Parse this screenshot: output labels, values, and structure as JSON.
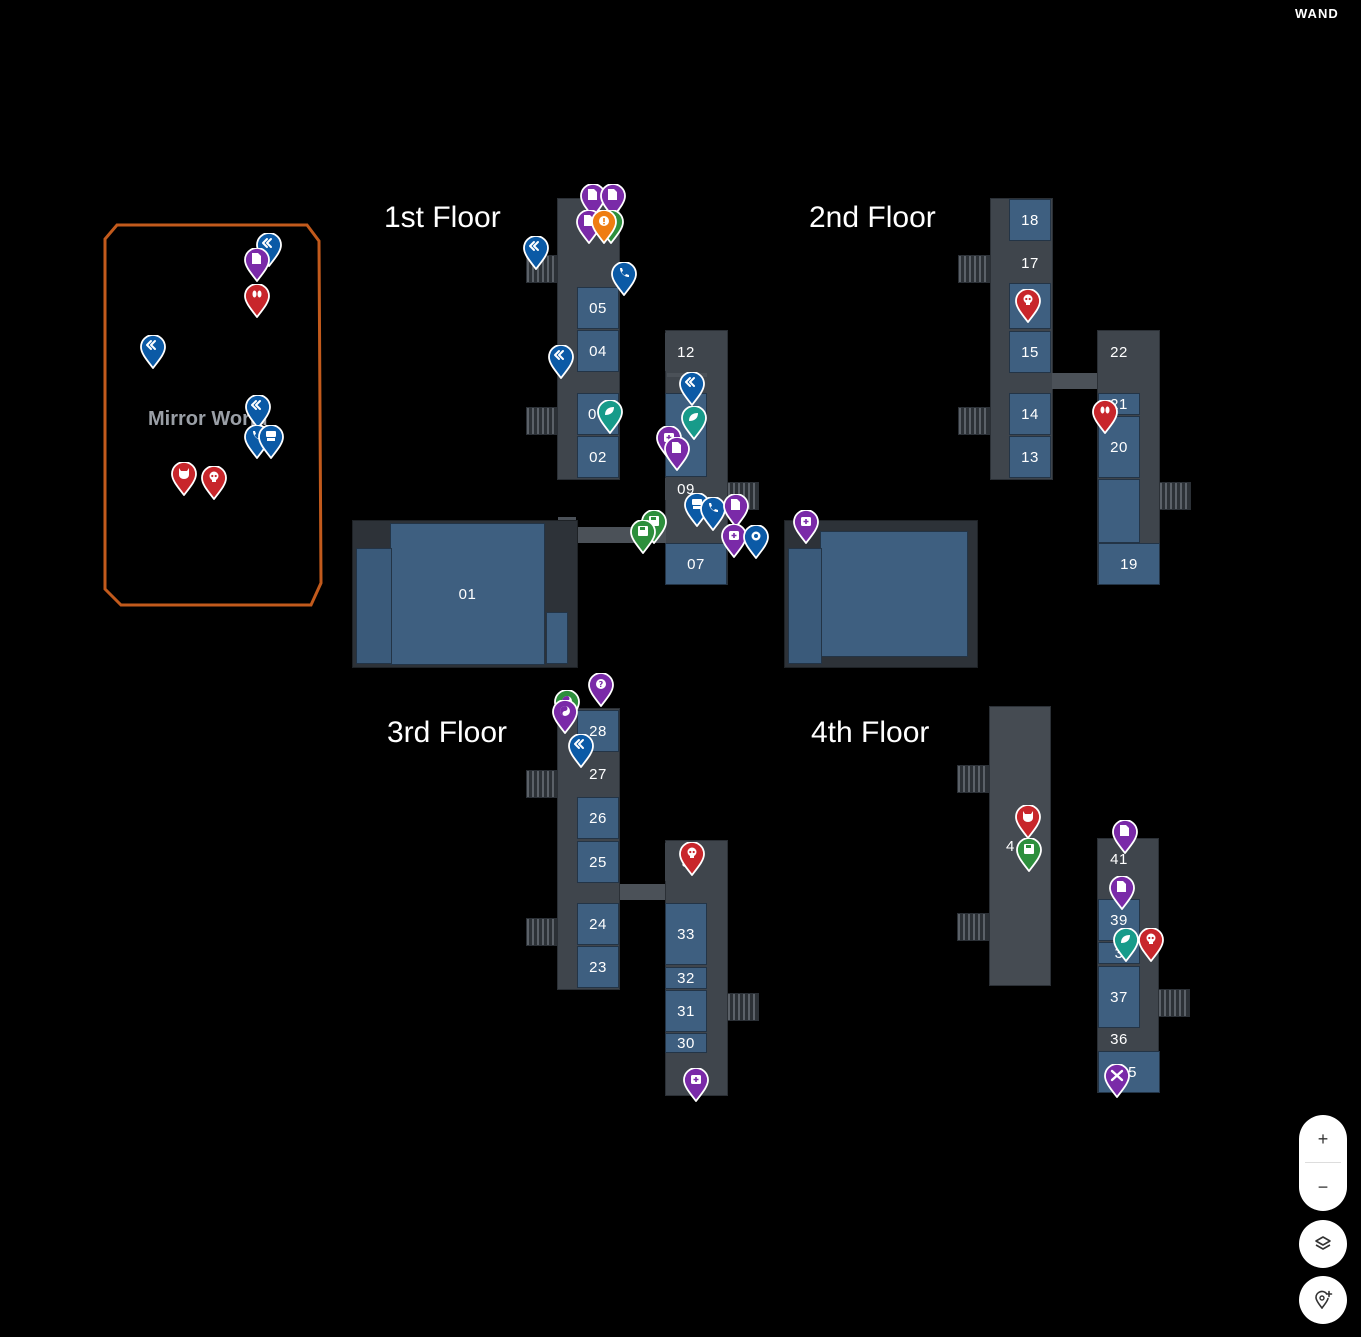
{
  "brand": "WAND",
  "floors": {
    "first": "1st Floor",
    "second": "2nd Floor",
    "third": "3rd Floor",
    "fourth": "4th Floor"
  },
  "region": {
    "label": "Mirror World",
    "border_color": "#c25a1c"
  },
  "rooms": {
    "r01": "01",
    "r02": "02",
    "r03": "0",
    "r04": "04",
    "r05": "05",
    "r07": "07",
    "r09": "09",
    "r12": "12",
    "r13": "13",
    "r14": "14",
    "r15": "15",
    "r17": "17",
    "r18": "18",
    "r19": "19",
    "r20": "20",
    "r21": "21",
    "r22": "22",
    "r23": "23",
    "r24": "24",
    "r25": "25",
    "r26": "26",
    "r27": "27",
    "r28": "28",
    "r30": "30",
    "r31": "31",
    "r32": "32",
    "r33": "33",
    "r34": "3",
    "r35": "5",
    "r36": "36",
    "r37": "37",
    "r38": "3",
    "r39": "39",
    "r40": "4",
    "r41": "41"
  },
  "marker_colors": {
    "blue": "#0b5aa6",
    "purple": "#7a2aa8",
    "red": "#c8262b",
    "green": "#2d8f3c",
    "teal": "#179b8a",
    "orange": "#ef7d12"
  },
  "controls": {
    "zoom_in": "+",
    "zoom_out": "−",
    "layers_icon": "layers-icon",
    "add_marker_icon": "add-marker-icon"
  }
}
